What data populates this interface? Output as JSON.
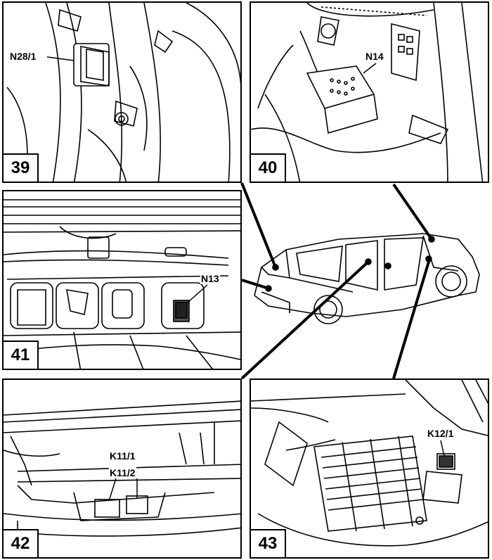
{
  "panels": [
    {
      "number": "39",
      "label": "N28/1"
    },
    {
      "number": "40",
      "label": "N14"
    },
    {
      "number": "41",
      "label": "N13"
    },
    {
      "number": "42",
      "label": "K11/1",
      "label2": "K11/2"
    },
    {
      "number": "43",
      "label": "K12/1"
    }
  ]
}
